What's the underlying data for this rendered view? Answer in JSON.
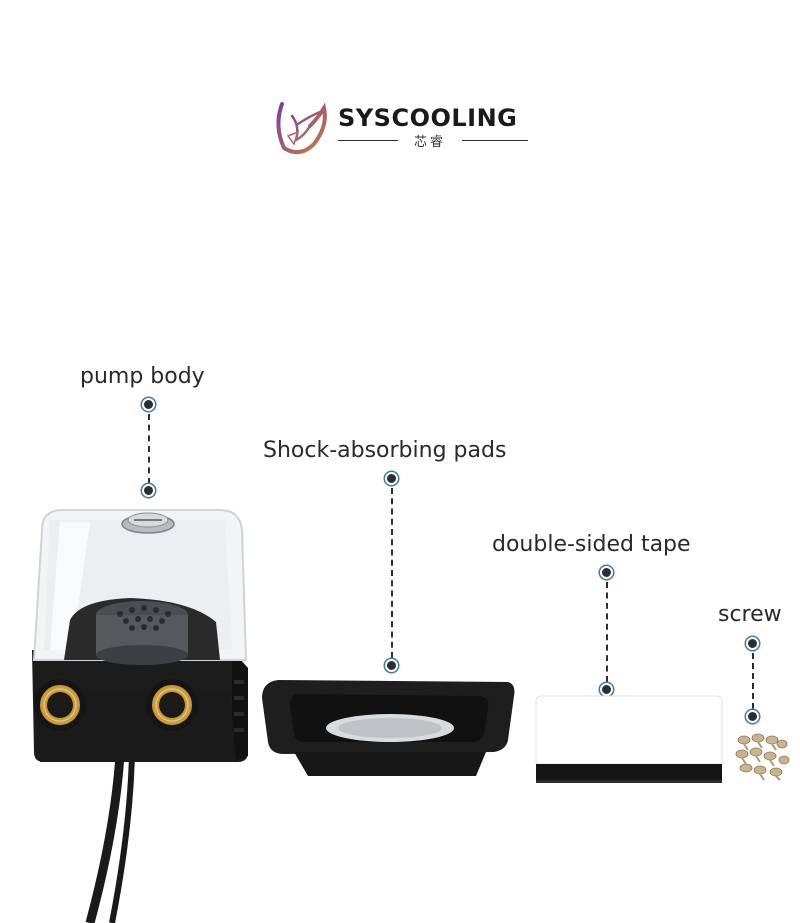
{
  "brand": {
    "name": "SYSCOOLING",
    "subtitle": "芯睿"
  },
  "callouts": [
    {
      "label": "pump body"
    },
    {
      "label": "Shock-absorbing pads"
    },
    {
      "label": "double-sided tape"
    },
    {
      "label": "screw"
    }
  ],
  "colors": {
    "callout_line": "#2b2f35",
    "callout_ring": "#3b7ea3",
    "brass": "#c99a3a",
    "logo_gradient": [
      "#7a3fa0",
      "#d07a3c"
    ]
  }
}
